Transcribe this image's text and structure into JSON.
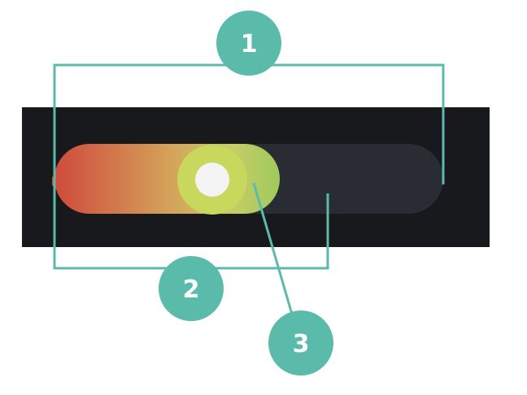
{
  "slider": {
    "value_fraction": 0.58
  },
  "callouts": [
    {
      "id": "1",
      "label": "1"
    },
    {
      "id": "2",
      "label": "2"
    },
    {
      "id": "3",
      "label": "3"
    }
  ],
  "colors": {
    "panel_bg": "#18191c",
    "track_bg": "#2a2c33",
    "fill_start": "#cf4a3c",
    "fill_mid": "#d5a35a",
    "fill_end": "#9fca5c",
    "handle_outer": "#c7d85d",
    "handle_inner": "#f3f3f3",
    "callout": "#5bbbaa"
  }
}
